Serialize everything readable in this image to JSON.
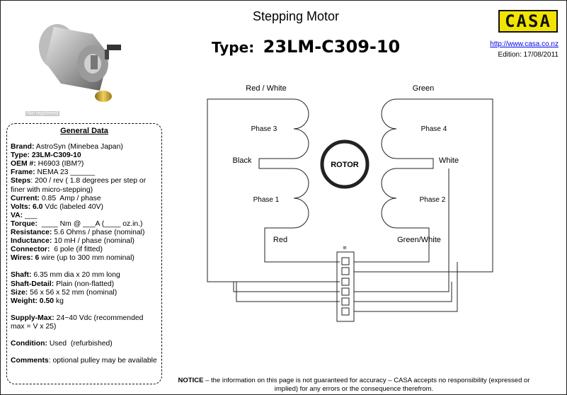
{
  "header": {
    "title": "Stepping Motor",
    "type_label": "Type:",
    "type_value": "23LM-C309-10",
    "logo_text": "CASA",
    "url": "http://www.casa.co.nz",
    "edition": "Edition: 17/08/2011"
  },
  "photo": {
    "caption": "Not registered"
  },
  "general": {
    "heading": "General Data",
    "rows": [
      {
        "label": "Brand:",
        "value": " AstroSyn (Minebea Japan)"
      },
      {
        "label": "Type: 23LM-C309-10",
        "value": ""
      },
      {
        "label": "OEM #:",
        "value": " H6903 (IBM?)"
      },
      {
        "label": "Frame:",
        "value": " NEMA 23 ______"
      },
      {
        "label": "Steps",
        "value": ": 200 / rev ( 1.8 degrees per step or finer with micro-stepping)"
      },
      {
        "label": "Current:",
        "value": " 0.85  Amp / phase"
      },
      {
        "label": "Volts: 6.0",
        "value": " Vdc (labeled 40V)"
      },
      {
        "label": "VA:",
        "value": " ___"
      },
      {
        "label": "Torque:",
        "value": "  ____ Nm @ ___A (____ oz.in.)"
      },
      {
        "label": "Resistance:",
        "value": " 5.6 Ohms / phase (nominal)"
      },
      {
        "label": "Inductance:",
        "value": " 10 mH / phase (nominal)"
      },
      {
        "label": "Connector:",
        "value": "  6 pole (if fitted)"
      },
      {
        "label": "Wires: 6",
        "value": " wire (up to 300 mm nominal)"
      }
    ],
    "rows2": [
      {
        "label": "Shaft:",
        "value": " 6.35 mm dia x 20 mm long"
      },
      {
        "label": "Shaft-Detail:",
        "value": " Plain (non-flatted)"
      },
      {
        "label": "Size:",
        "value": " 56 x 56 x 52 mm (nominal)"
      },
      {
        "label": "Weight: 0.50",
        "value": " kg"
      }
    ],
    "supply": {
      "label": "Supply-Max:",
      "value": " 24~40 Vdc (recommended max = V x 25)"
    },
    "condition": {
      "label": "Condition:",
      "value": " Used  (refurbished)"
    },
    "comments": {
      "label": "Comments",
      "value": ": optional pulley may be available"
    }
  },
  "diagram": {
    "red_white": "Red / White",
    "green": "Green",
    "black": "Black",
    "white": "White",
    "red": "Red",
    "green_white": "Green/White",
    "rotor": "ROTOR",
    "phase1": "Phase 1",
    "phase2": "Phase 2",
    "phase3": "Phase 3",
    "phase4": "Phase 4"
  },
  "notice": {
    "label": "NOTICE",
    "text": " – the information on this page is not guaranteed for accuracy – CASA accepts no responsibility (expressed or implied) for any errors or the consequence therefrom."
  },
  "colors": {
    "logo_bg": "#f2e400",
    "link": "#0000ee"
  }
}
